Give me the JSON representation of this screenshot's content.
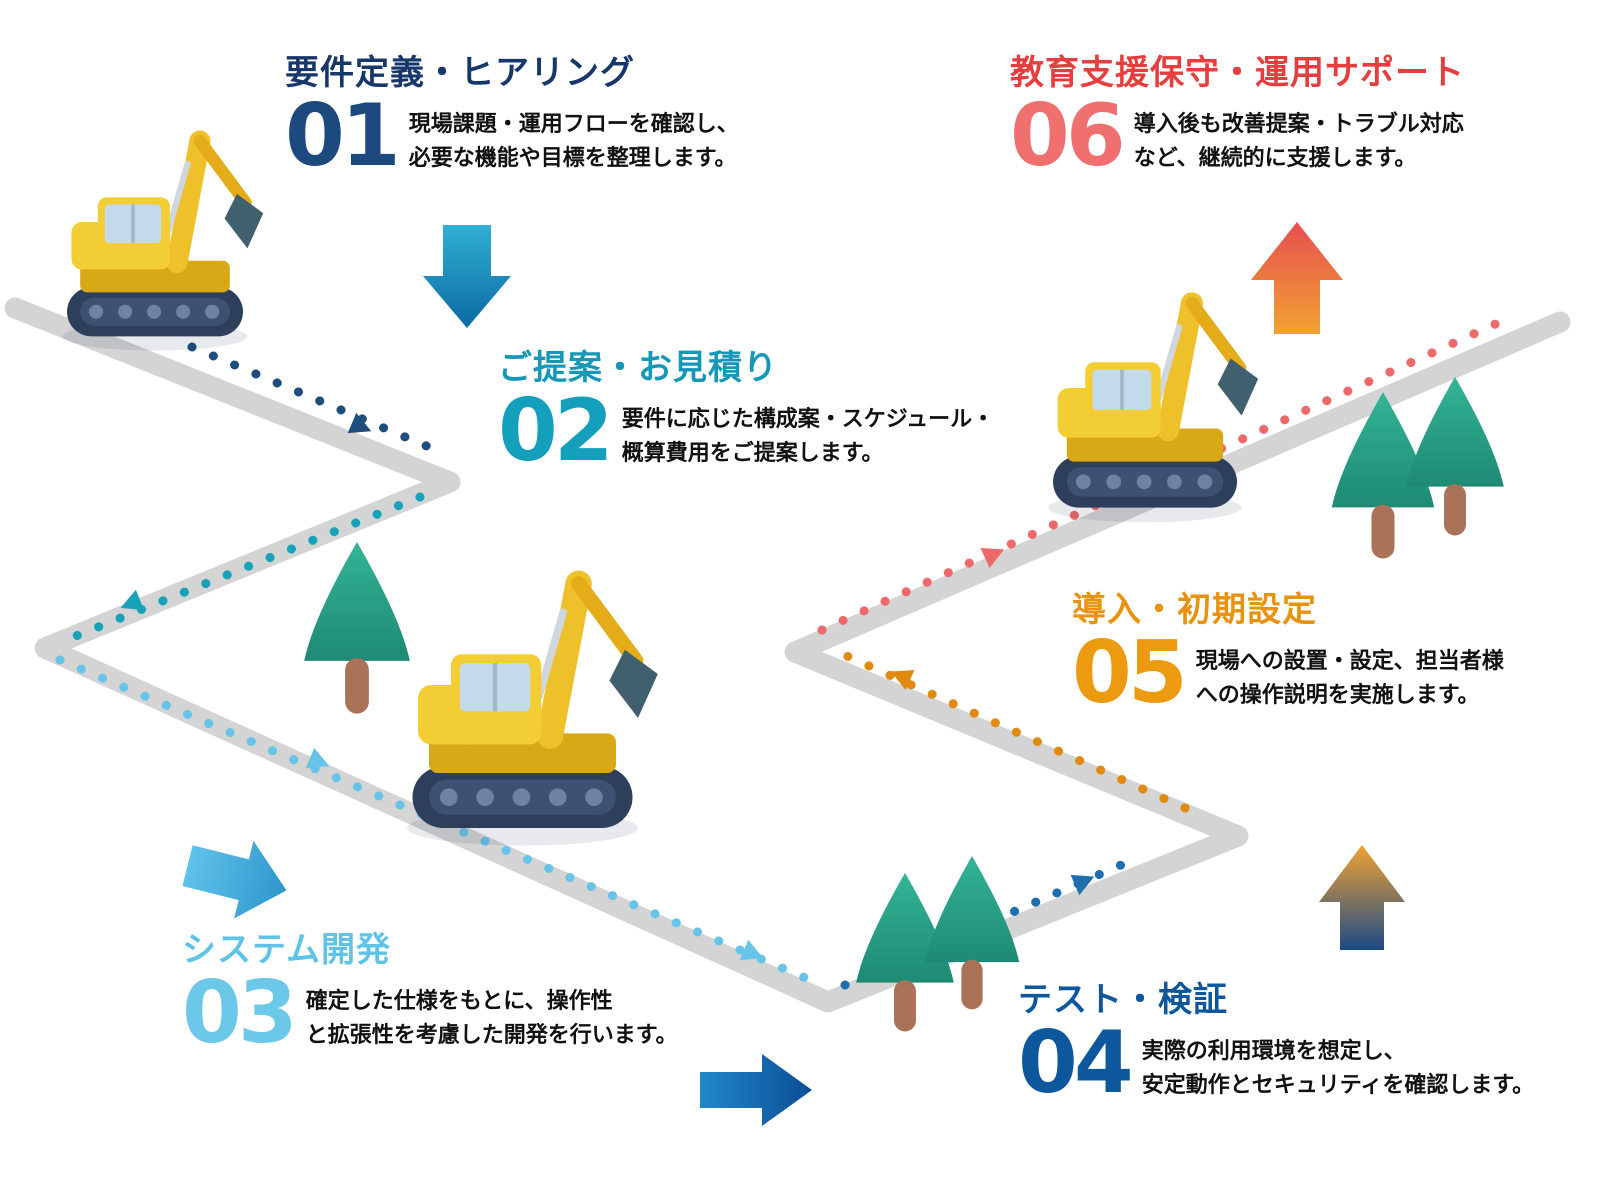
{
  "steps": [
    {
      "id": "01",
      "title": "要件定義・ヒアリング",
      "desc1": "現場課題・運用フローを確認し、",
      "desc2": "必要な機能や目標を整理します。",
      "color": "#17376b"
    },
    {
      "id": "02",
      "title": "ご提案・お見積り",
      "desc1": "要件に応じた構成案・スケジュール・",
      "desc2": "概算費用をご提案します。",
      "color": "#1697b8"
    },
    {
      "id": "03",
      "title": "システム開発",
      "desc1": "確定した仕様をもとに、操作性",
      "desc2": "と拡張性を考慮した開発を行います。",
      "color": "#5ec3e6"
    },
    {
      "id": "04",
      "title": "テスト・検証",
      "desc1": "実際の利用環境を想定し、",
      "desc2": "安定動作とセキュリティを確認します。",
      "color": "#0d579c"
    },
    {
      "id": "05",
      "title": "導入・初期設定",
      "desc1": "現場への設置・設定、担当者様",
      "desc2": "への操作説明を実施します。",
      "color": "#e8930f"
    },
    {
      "id": "06",
      "title": "教育支援保守・運用サポート",
      "desc1": "導入後も改善提案・トラブル対応",
      "desc2": "など、継続的に支援します。",
      "color": "#e63e3e"
    }
  ],
  "icons": {
    "excavator": "excavator-icon",
    "tree": "tree-icon",
    "down_arrow": "down-arrow-icon",
    "up_arrow": "up-arrow-icon",
    "right_arrow": "right-arrow-icon",
    "direction_triangle": "direction-triangle-icon"
  },
  "palette": {
    "road": "#d4d4d4",
    "dots_navy": "#1f4e7e",
    "dots_teal": "#16a2b8",
    "dots_lightblue": "#67c4e8",
    "dots_blue": "#1d6fae",
    "dots_orange": "#e08a12",
    "dots_coral": "#ee6a6a",
    "excavator_yellow": "#f2cd33",
    "tree_green": "#2aa88c",
    "trunk_brown": "#aa7258"
  }
}
